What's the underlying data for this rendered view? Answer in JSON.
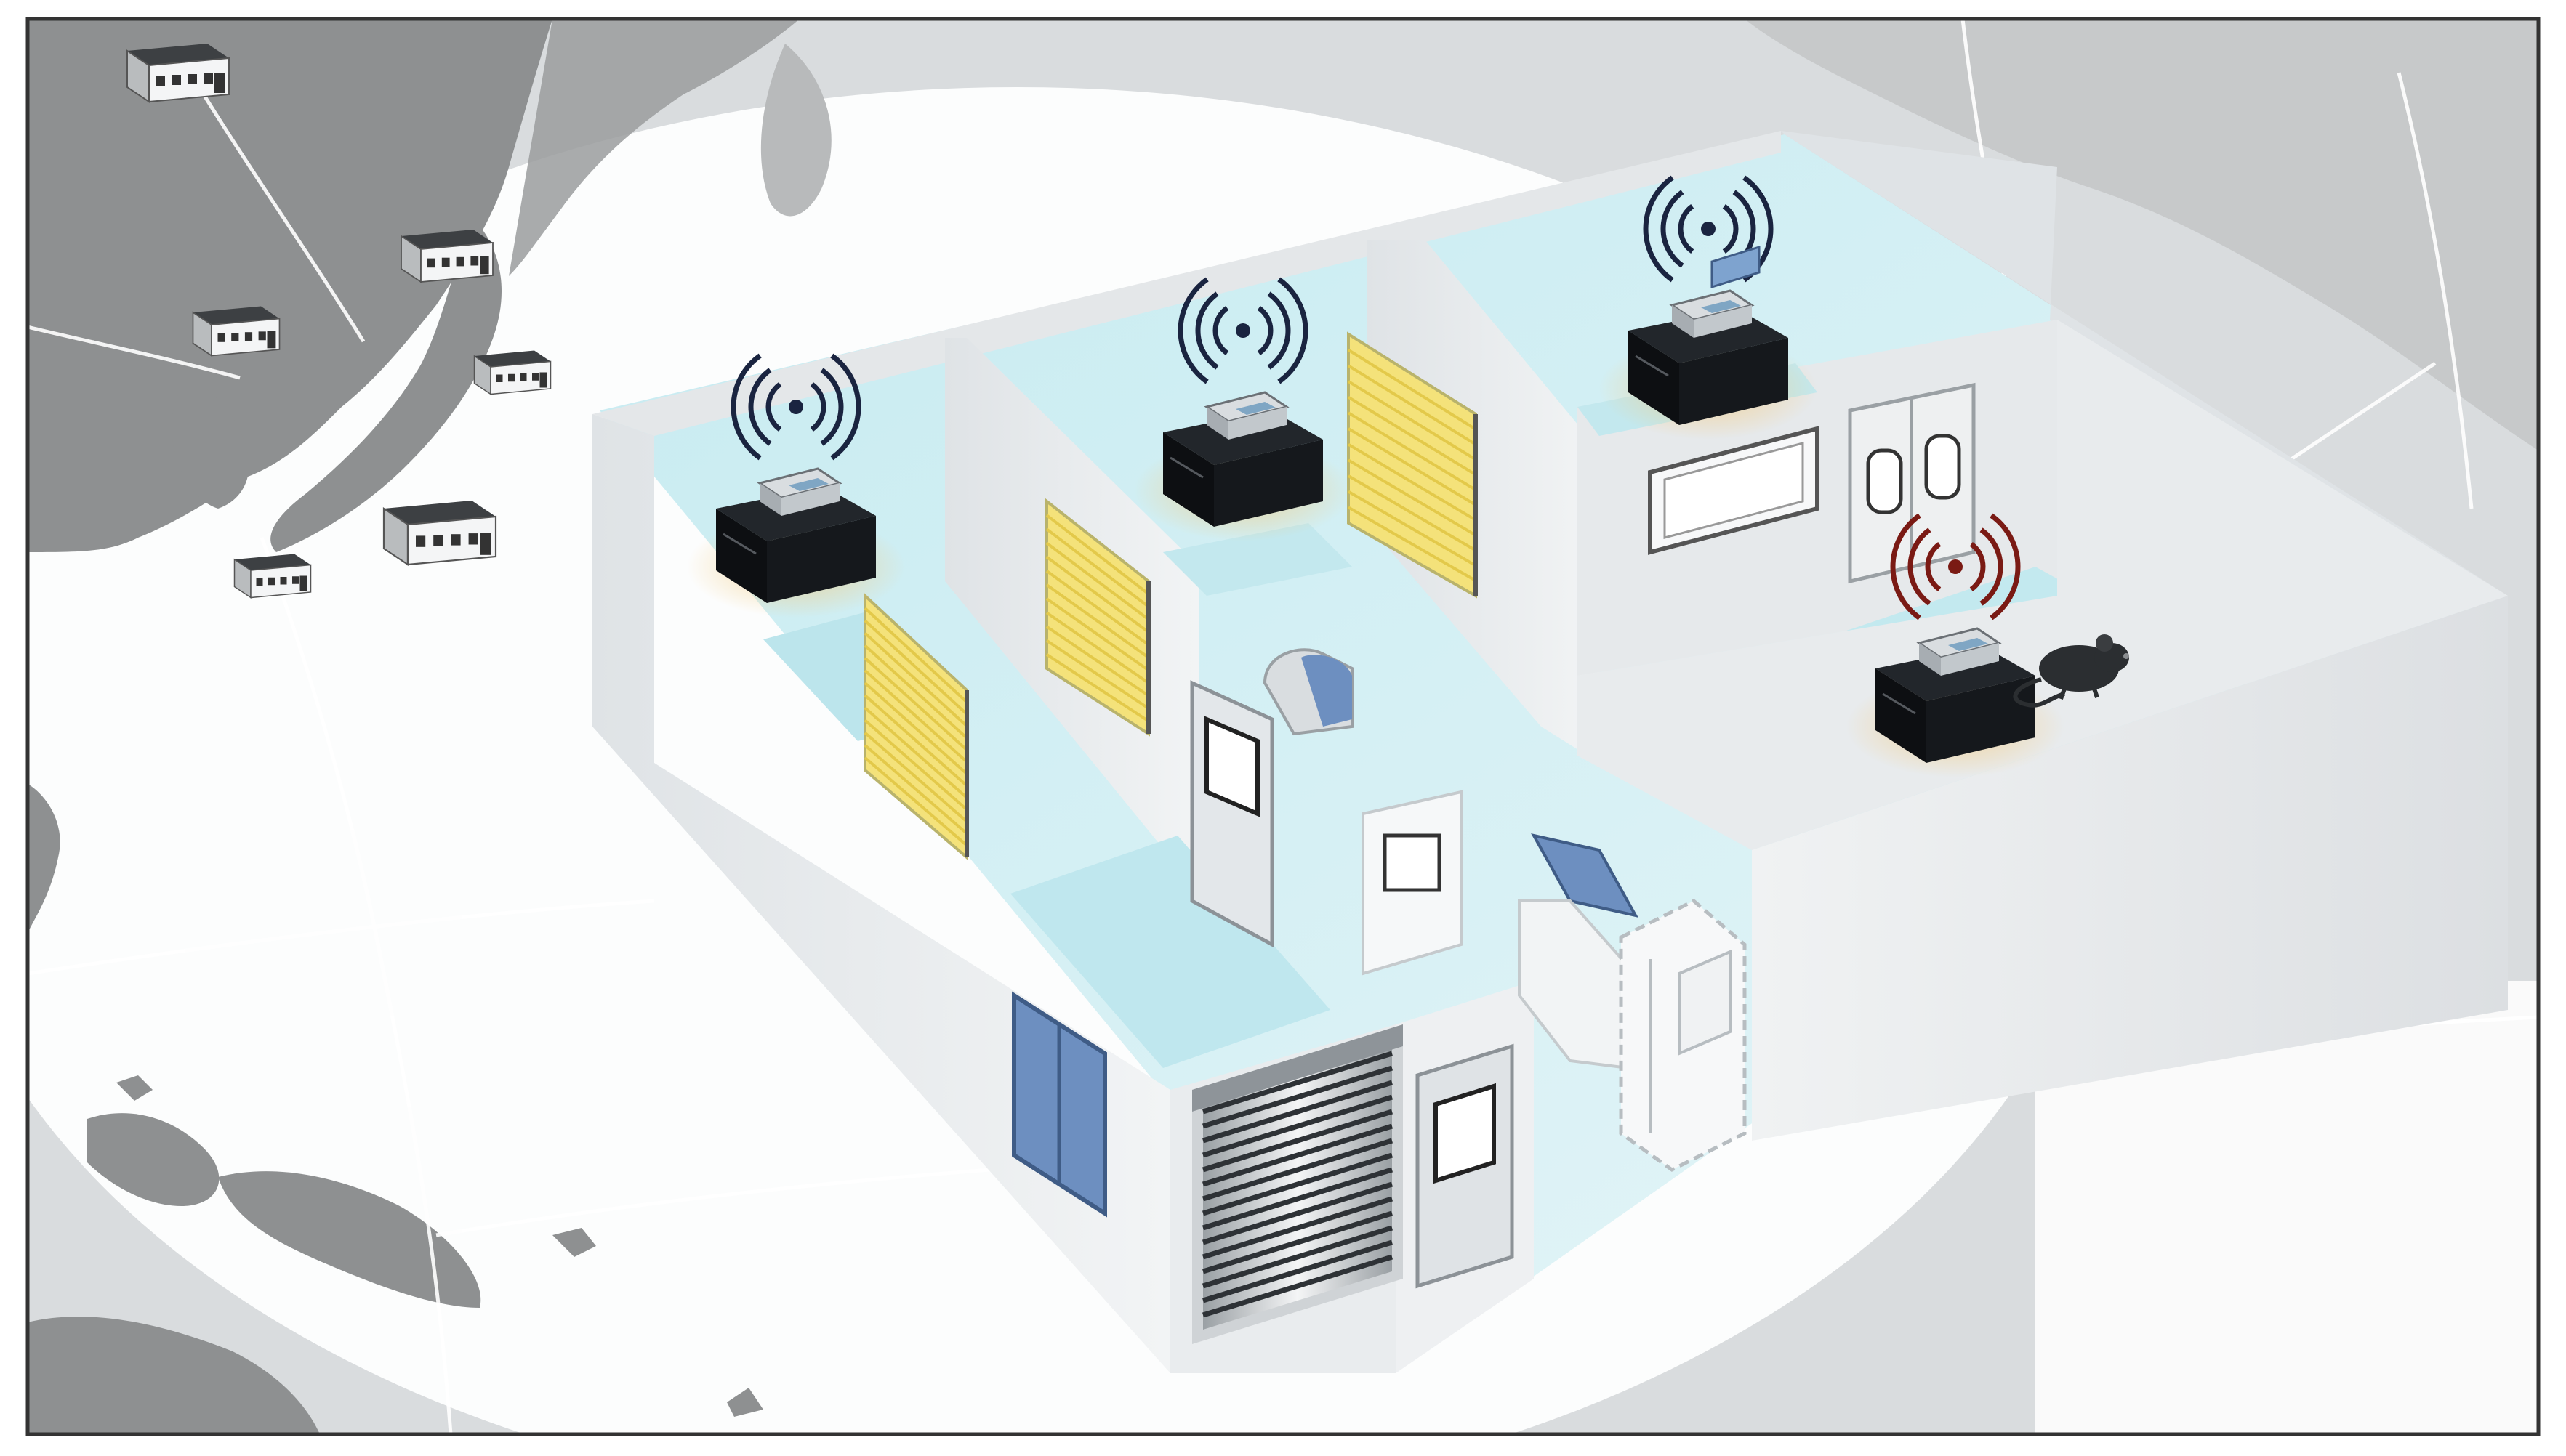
{
  "figure": {
    "description_visible_text": "",
    "colors": {
      "map_land": "#8c8e8f",
      "map_water": "#d6d9db",
      "network_line": "#ffffff",
      "wall": "#e9ecee",
      "wall_shadow": "#cfd4d7",
      "floor": "#bfe6ec",
      "shade_yellow": "#f4e27a",
      "device_body": "#111418",
      "wifi_normal": "#1a2440",
      "wifi_alert": "#7a1a14",
      "window_blue": "#6d8fc0",
      "frame_border": "#333333"
    },
    "icons": [
      "factory-building-icon",
      "wireless-sensor-icon",
      "wifi-signal-icon",
      "alert-signal-icon",
      "mouse-rodent-icon",
      "roller-shutter-door-icon",
      "double-door-icon",
      "window-icon"
    ],
    "sensors": [
      {
        "id": "sensor-room-1",
        "state": "normal"
      },
      {
        "id": "sensor-room-2",
        "state": "normal"
      },
      {
        "id": "sensor-room-3",
        "state": "normal"
      },
      {
        "id": "sensor-room-4",
        "state": "alert"
      }
    ],
    "remote_sites": [
      {
        "id": "site-1"
      },
      {
        "id": "site-2"
      },
      {
        "id": "site-3"
      },
      {
        "id": "site-4"
      },
      {
        "id": "site-5"
      },
      {
        "id": "site-6"
      }
    ]
  }
}
